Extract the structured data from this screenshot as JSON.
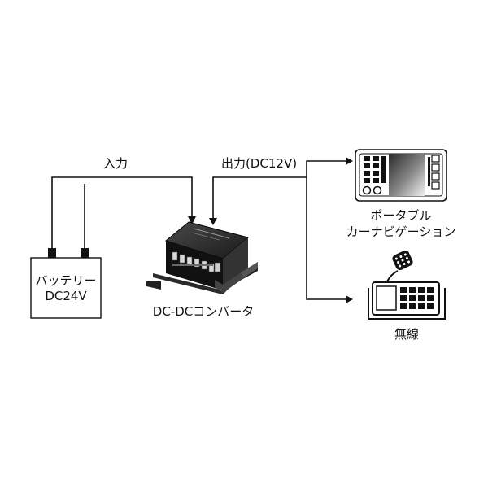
{
  "labels": {
    "input": "入力",
    "output": "出力(DC12V)",
    "battery_line1": "バッテリー",
    "battery_line2": "DC24V",
    "converter": "DC-DCコンバータ",
    "navigation_line1": "ポータブル",
    "navigation_line2": "カーナビゲーション",
    "radio": "無線"
  }
}
